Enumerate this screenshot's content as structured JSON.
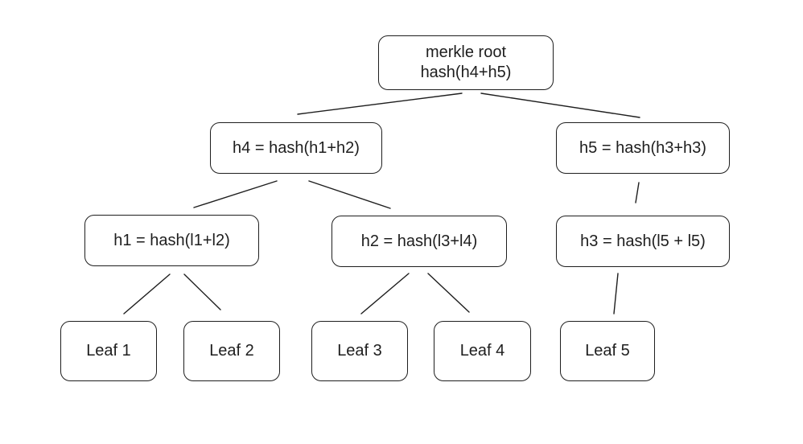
{
  "nodes": {
    "root": {
      "line1": "merkle root",
      "line2": "hash(h4+h5)"
    },
    "h4": {
      "label": "h4 = hash(h1+h2)"
    },
    "h5": {
      "label": "h5 = hash(h3+h3)"
    },
    "h1": {
      "label": "h1 = hash(l1+l2)"
    },
    "h2": {
      "label": "h2 = hash(l3+l4)"
    },
    "h3": {
      "label": "h3 = hash(l5 + l5)"
    },
    "leaf1": {
      "label": "Leaf 1"
    },
    "leaf2": {
      "label": "Leaf 2"
    },
    "leaf3": {
      "label": "Leaf 3"
    },
    "leaf4": {
      "label": "Leaf 4"
    },
    "leaf5": {
      "label": "Leaf 5"
    }
  },
  "edges": [
    {
      "from": "root",
      "to": "h4"
    },
    {
      "from": "root",
      "to": "h5"
    },
    {
      "from": "h4",
      "to": "h1"
    },
    {
      "from": "h4",
      "to": "h2"
    },
    {
      "from": "h5",
      "to": "h3"
    },
    {
      "from": "h1",
      "to": "leaf1"
    },
    {
      "from": "h1",
      "to": "leaf2"
    },
    {
      "from": "h2",
      "to": "leaf3"
    },
    {
      "from": "h2",
      "to": "leaf4"
    },
    {
      "from": "h3",
      "to": "leaf5"
    }
  ]
}
